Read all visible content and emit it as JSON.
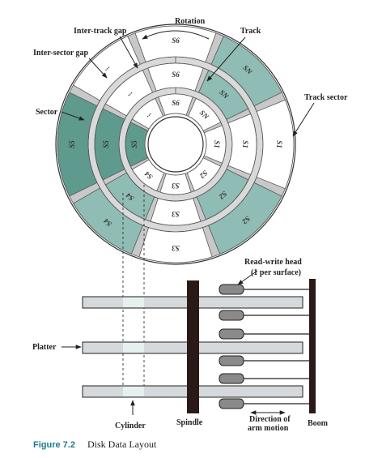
{
  "labels": {
    "rotation": "Rotation",
    "inter_track_gap": "Inter-track gap",
    "track": "Track",
    "inter_sector_gap": "Inter-sector gap",
    "track_sector": "Track sector",
    "sector": "Sector",
    "read_write_head": "Read-write head",
    "read_write_head_note": "(1 per surface)",
    "platter": "Platter",
    "cylinder": "Cylinder",
    "spindle": "Spindle",
    "direction_line1": "Direction of",
    "direction_line2": "arm motion",
    "boom": "Boom"
  },
  "sector_labels": {
    "outer": [
      "S6",
      "SN",
      "S1",
      "S2",
      "S3",
      "S4",
      "S5"
    ],
    "middle": [
      "S6",
      "SN",
      "S1",
      "S2",
      "S3",
      "S4",
      "S5"
    ],
    "inner": [
      "S6",
      "SN",
      "S1",
      "S2",
      "S3",
      "S4",
      "S5"
    ],
    "ellipsis": "..."
  },
  "caption": {
    "number": "Figure 7.2",
    "title": "Disk Data Layout"
  },
  "colors": {
    "sector_teal": "#8fbcb4",
    "sector_teal_dark": "#5f9a8e",
    "gap_gray": "#c8c8c8",
    "ring_gray": "#d9d9d9",
    "platter_fill": "#d5d9dc",
    "spindle": "#2a1a17",
    "head": "#8a8a8a",
    "caption_accent": "#1f7a8c"
  }
}
